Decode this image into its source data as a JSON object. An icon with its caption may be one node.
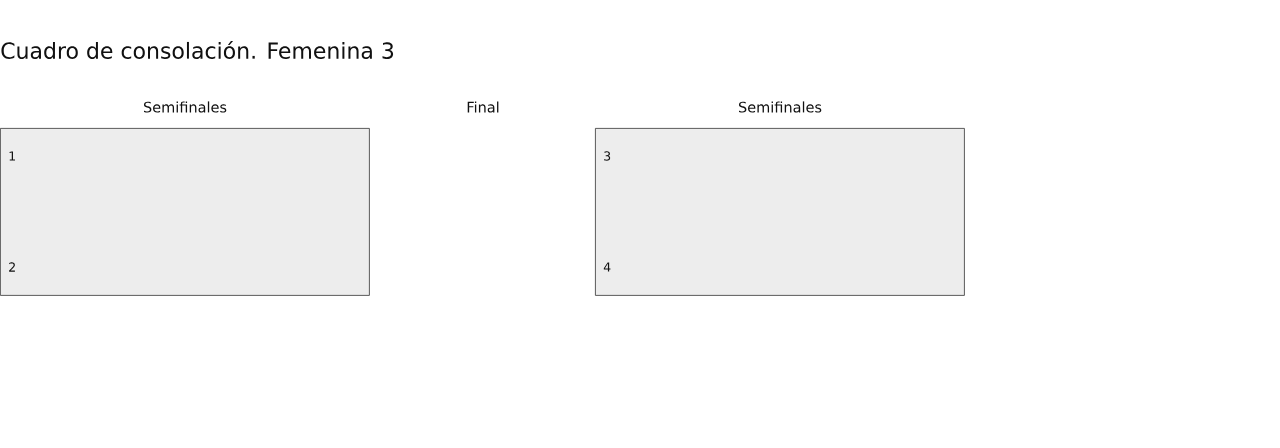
{
  "diagram": {
    "title": "Cuadro de consolación. Femenina 3",
    "nodes": [
      {
        "text": [
          "1",
          "2"
        ]
      },
      {
        "text": [
          "3",
          "4"
        ]
      }
    ],
    "labels": [
      "Semifinales",
      "Final",
      "Semifinales"
    ]
  }
}
